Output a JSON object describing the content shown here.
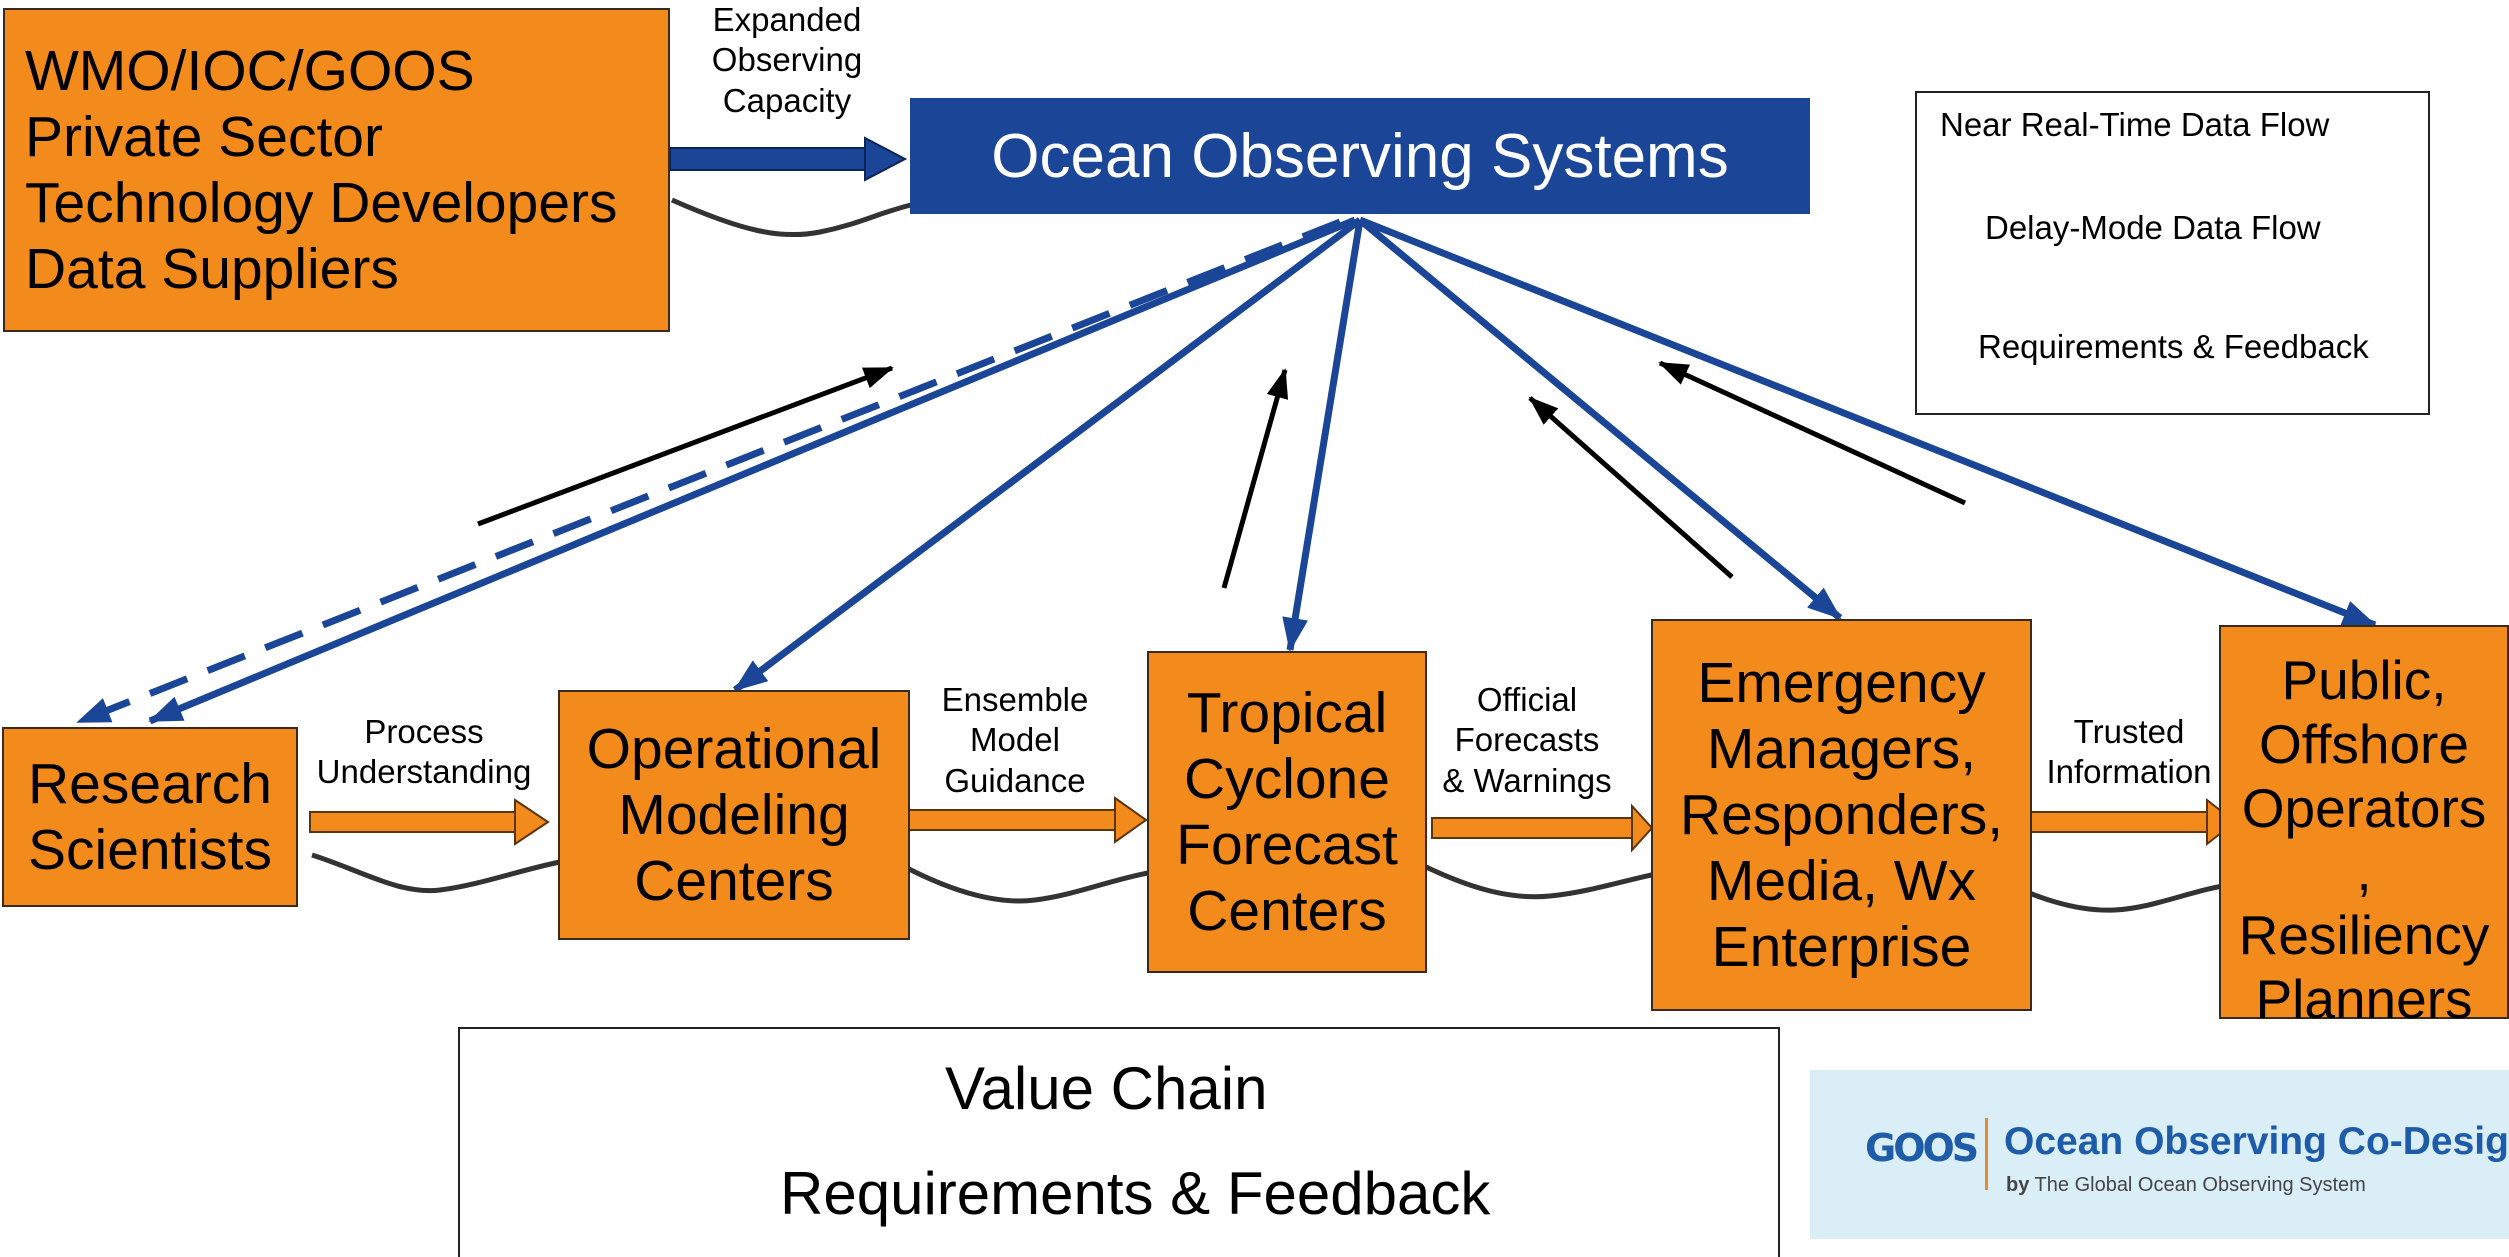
{
  "top_source": {
    "lines": [
      "WMO/IOC/GOOS",
      "Private Sector",
      "Technology Developers",
      "Data Suppliers"
    ]
  },
  "top_flow_label": [
    "Expanded",
    "Observing",
    "Capacity"
  ],
  "ocean_observing": {
    "title": "Ocean Observing Systems",
    "color": "#1B4596"
  },
  "chain": [
    {
      "id": "research",
      "lines": [
        "Research",
        "Scientists"
      ]
    },
    {
      "id": "modeling",
      "lines": [
        "Operational",
        "Modeling",
        "Centers"
      ]
    },
    {
      "id": "tropical",
      "lines": [
        "Tropical",
        "Cyclone",
        "Forecast",
        "Centers"
      ]
    },
    {
      "id": "emergency",
      "lines": [
        "Emergency",
        "Managers,",
        "Responders,",
        "Media, Wx",
        "Enterprise"
      ]
    },
    {
      "id": "public",
      "lines": [
        "Public,",
        "Offshore",
        "Operators",
        ",",
        "Resiliency",
        "Planners"
      ]
    }
  ],
  "chain_flow_labels": [
    [
      "Process",
      "Understanding"
    ],
    [
      "Ensemble",
      "Model",
      "Guidance"
    ],
    [
      "Official",
      "Forecasts",
      "& Warnings"
    ],
    [
      "Trusted",
      "Information"
    ]
  ],
  "legend": {
    "near_real_time": "Near Real-Time Data Flow",
    "delay_mode": "Delay-Mode Data Flow",
    "requirements": "Requirements & Feedback"
  },
  "bottom_legend": {
    "value_chain": "Value Chain",
    "requirements": "Requirements & Feedback"
  },
  "goos_logo": {
    "mark": "GOOS",
    "title": "Ocean Observing Co-Design",
    "by": "by",
    "subtitle": "The Global Ocean Observing System"
  },
  "colors": {
    "orange": "#F28A1C",
    "blue": "#1B4596",
    "feedback_line": "#333333",
    "logo_bg": "#DAEEF8"
  }
}
